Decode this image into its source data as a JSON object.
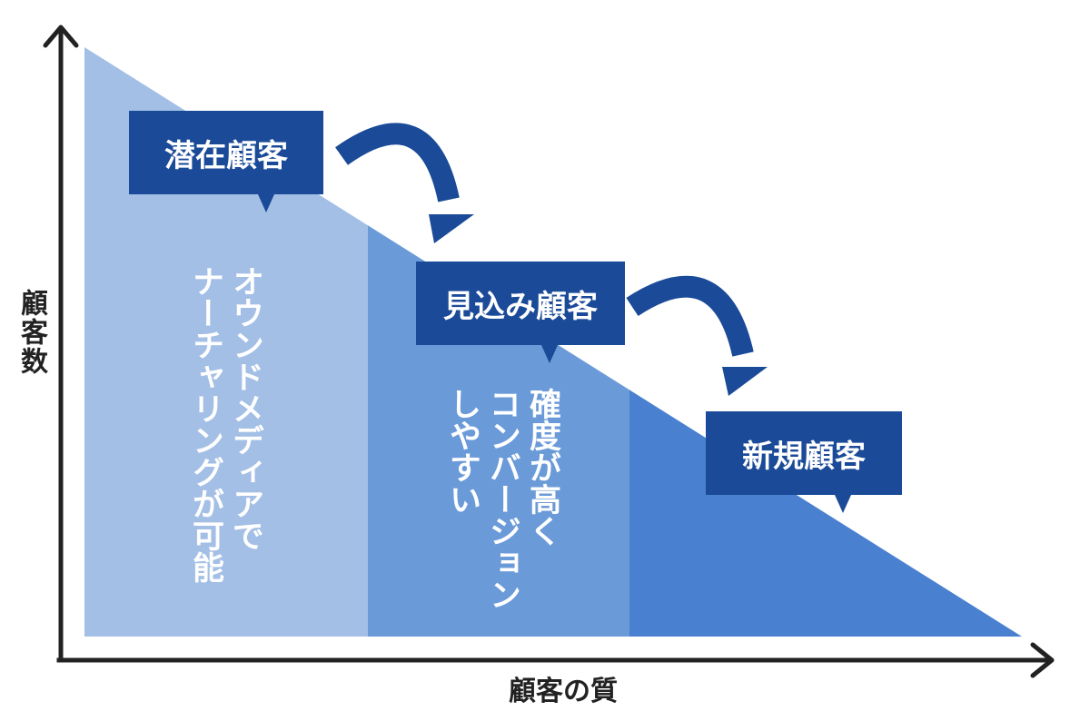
{
  "axes": {
    "y_label": "顧客数",
    "x_label": "顧客の質"
  },
  "segments": [
    {
      "label": "潜在顧客",
      "description": "オウンドメディアで\nナーチャリングが可能",
      "color": "#a3bfe6"
    },
    {
      "label": "見込み顧客",
      "description": "確度が高く\nコンバージョン\nしやすい",
      "color": "#6b9ad9"
    },
    {
      "label": "新規顧客",
      "description": "",
      "color": "#4a80d0"
    }
  ],
  "colors": {
    "label_box": "#1a4a98",
    "arrow": "#1a4a98",
    "axis": "#222222",
    "description_text": "#ffffff"
  },
  "icons": [
    "curved-arrow-right-down-icon",
    "curved-arrow-right-down-icon"
  ]
}
